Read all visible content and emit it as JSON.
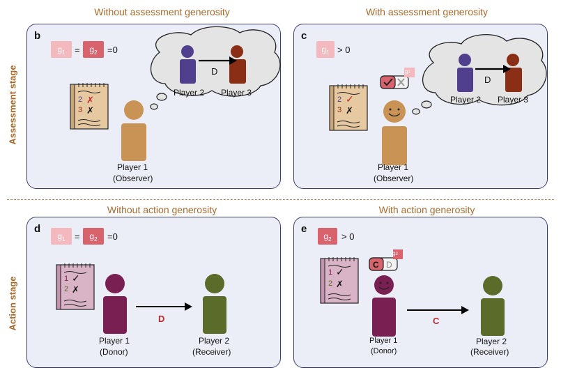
{
  "columns": {
    "assess_without": "Without assessment generosity",
    "assess_with": "With assessment generosity",
    "action_without": "Without action generosity",
    "action_with": "With action generosity"
  },
  "stages": {
    "assessment": "Assessment stage",
    "action": "Action stage"
  },
  "panels": {
    "b": {
      "label": "b",
      "g1": "g",
      "g1_sub": "1",
      "eq": "=",
      "g2": "g",
      "g2_sub": "2",
      "zero": "=0",
      "action": "D",
      "p2": "Player 2",
      "p3": "Player 3",
      "observer": "Player 1",
      "observer_role": "(Observer)",
      "list": [
        "2",
        "3"
      ]
    },
    "c": {
      "label": "c",
      "g1": "g",
      "g1_sub": "1",
      "gt": "> 0",
      "action": "D",
      "p2": "Player 2",
      "p3": "Player 3",
      "observer": "Player 1",
      "observer_role": "(Observer)",
      "list": [
        "2",
        "3"
      ],
      "tag": "g",
      "tag_sub": "1"
    },
    "d": {
      "label": "d",
      "g1": "g",
      "g1_sub": "1",
      "eq": "=",
      "g2": "g",
      "g2_sub": "2",
      "zero": "=0",
      "action": "D",
      "donor": "Player 1",
      "donor_role": "(Donor)",
      "receiver": "Player 2",
      "receiver_role": "(Receiver)",
      "list": [
        "1",
        "2"
      ]
    },
    "e": {
      "label": "e",
      "g2": "g",
      "g2_sub": "2",
      "gt": "> 0",
      "action": "C",
      "donor": "Player 1",
      "donor_role": "(Donor)",
      "receiver": "Player 2",
      "receiver_role": "(Receiver)",
      "list": [
        "1",
        "2"
      ],
      "opt_c": "C",
      "opt_d": "D",
      "tag": "g",
      "tag_sub": "2"
    }
  },
  "colors": {
    "g1": "#f4b9bf",
    "g2": "#d9636d",
    "observer": "#c89354",
    "player2": "#4f3f8c",
    "player3": "#8b2e16",
    "donor": "#7a1f52",
    "receiver": "#5b6b2a",
    "accent": "#c0272d"
  }
}
